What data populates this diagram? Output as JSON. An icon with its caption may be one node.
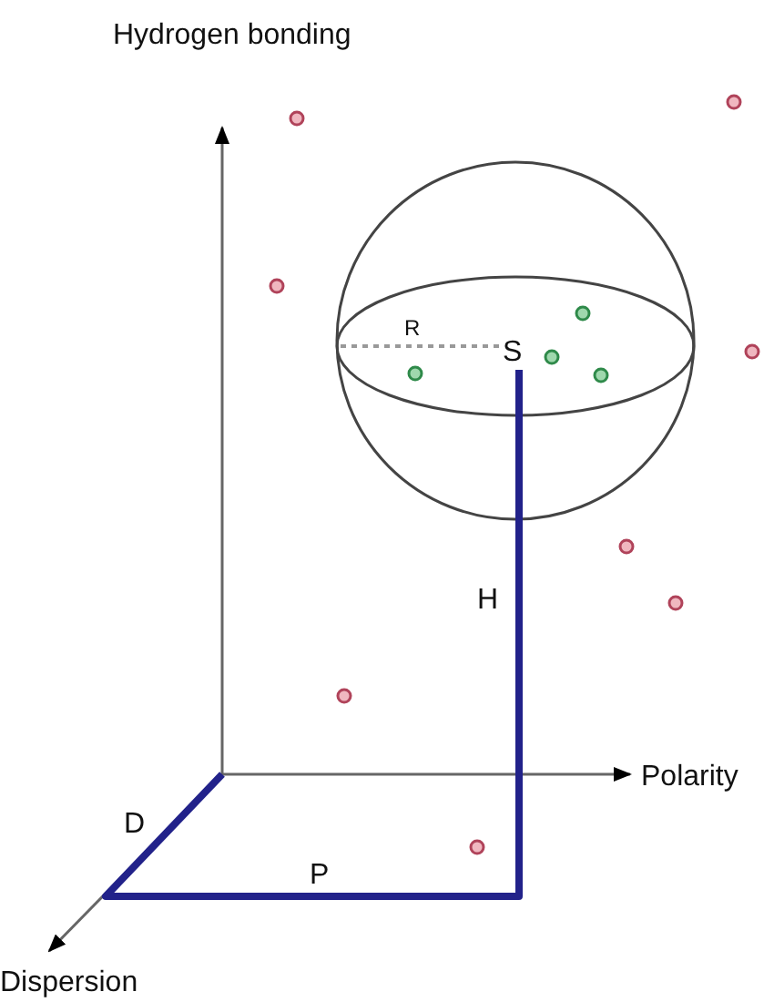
{
  "diagram": {
    "labels": [
      "Hydrogen bonding",
      "R",
      "S",
      "H",
      "Polarity",
      "D",
      "P",
      "Dispersion"
    ]
  }
}
